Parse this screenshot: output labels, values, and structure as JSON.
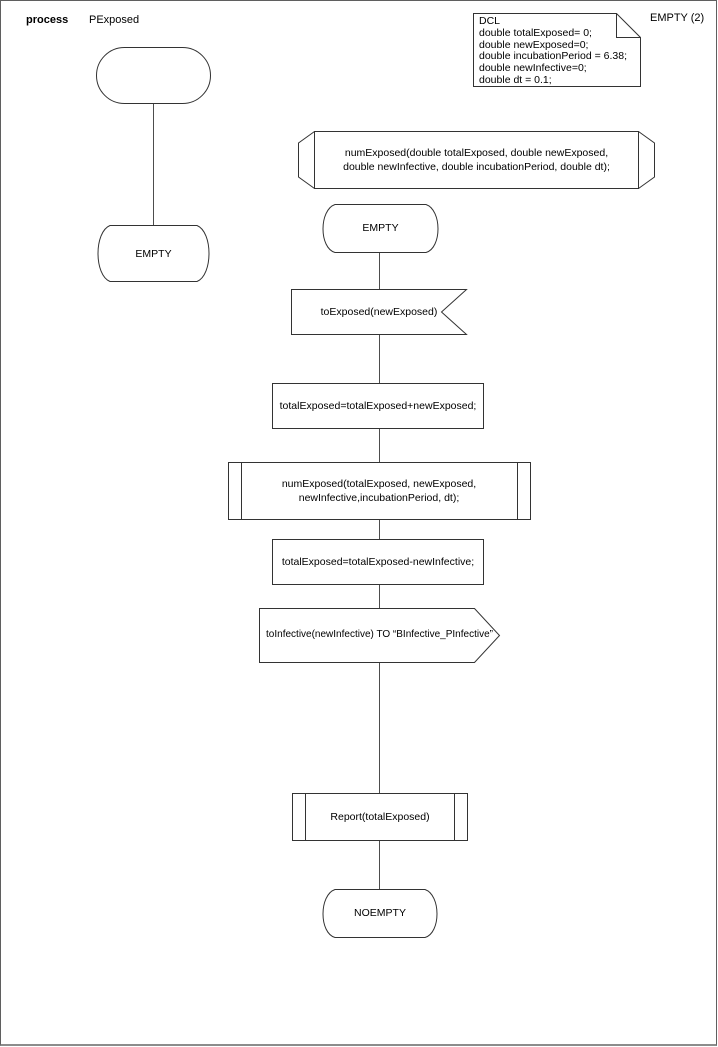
{
  "header": {
    "kind": "process",
    "name": "PExposed",
    "page": "EMPTY (2)"
  },
  "dcl": {
    "lines": [
      "DCL",
      "double totalExposed= 0;",
      "double newExposed=0;",
      "double incubationPeriod = 6.38;",
      "double newInfective=0;",
      "double dt = 0.1;"
    ]
  },
  "nodes": {
    "procedure_declaration": {
      "lines": [
        "numExposed(double totalExposed, double newExposed,",
        "double newInfective, double incubationPeriod, double dt);"
      ]
    },
    "state_empty_left": {
      "label": "EMPTY"
    },
    "state_empty": {
      "label": "EMPTY"
    },
    "input_signal": {
      "label": "toExposed(newExposed)"
    },
    "task_add": {
      "label": "totalExposed=totalExposed+newExposed;"
    },
    "procedure_call": {
      "lines": [
        "numExposed(totalExposed, newExposed,",
        "newInfective,incubationPeriod, dt);"
      ]
    },
    "task_subtract": {
      "label": "totalExposed=totalExposed-newInfective;"
    },
    "output_signal": {
      "label": "toInfective(newInfective) TO “BInfective_PInfective”"
    },
    "procedure_call_report": {
      "label": "Report(totalExposed)"
    },
    "state_noempty": {
      "label": "NOEMPTY"
    }
  },
  "colors": {
    "shape_stroke": "#333333",
    "connector_stroke": "#4d4d4d",
    "page_border": "#5f5f5f",
    "text": "#000000"
  }
}
